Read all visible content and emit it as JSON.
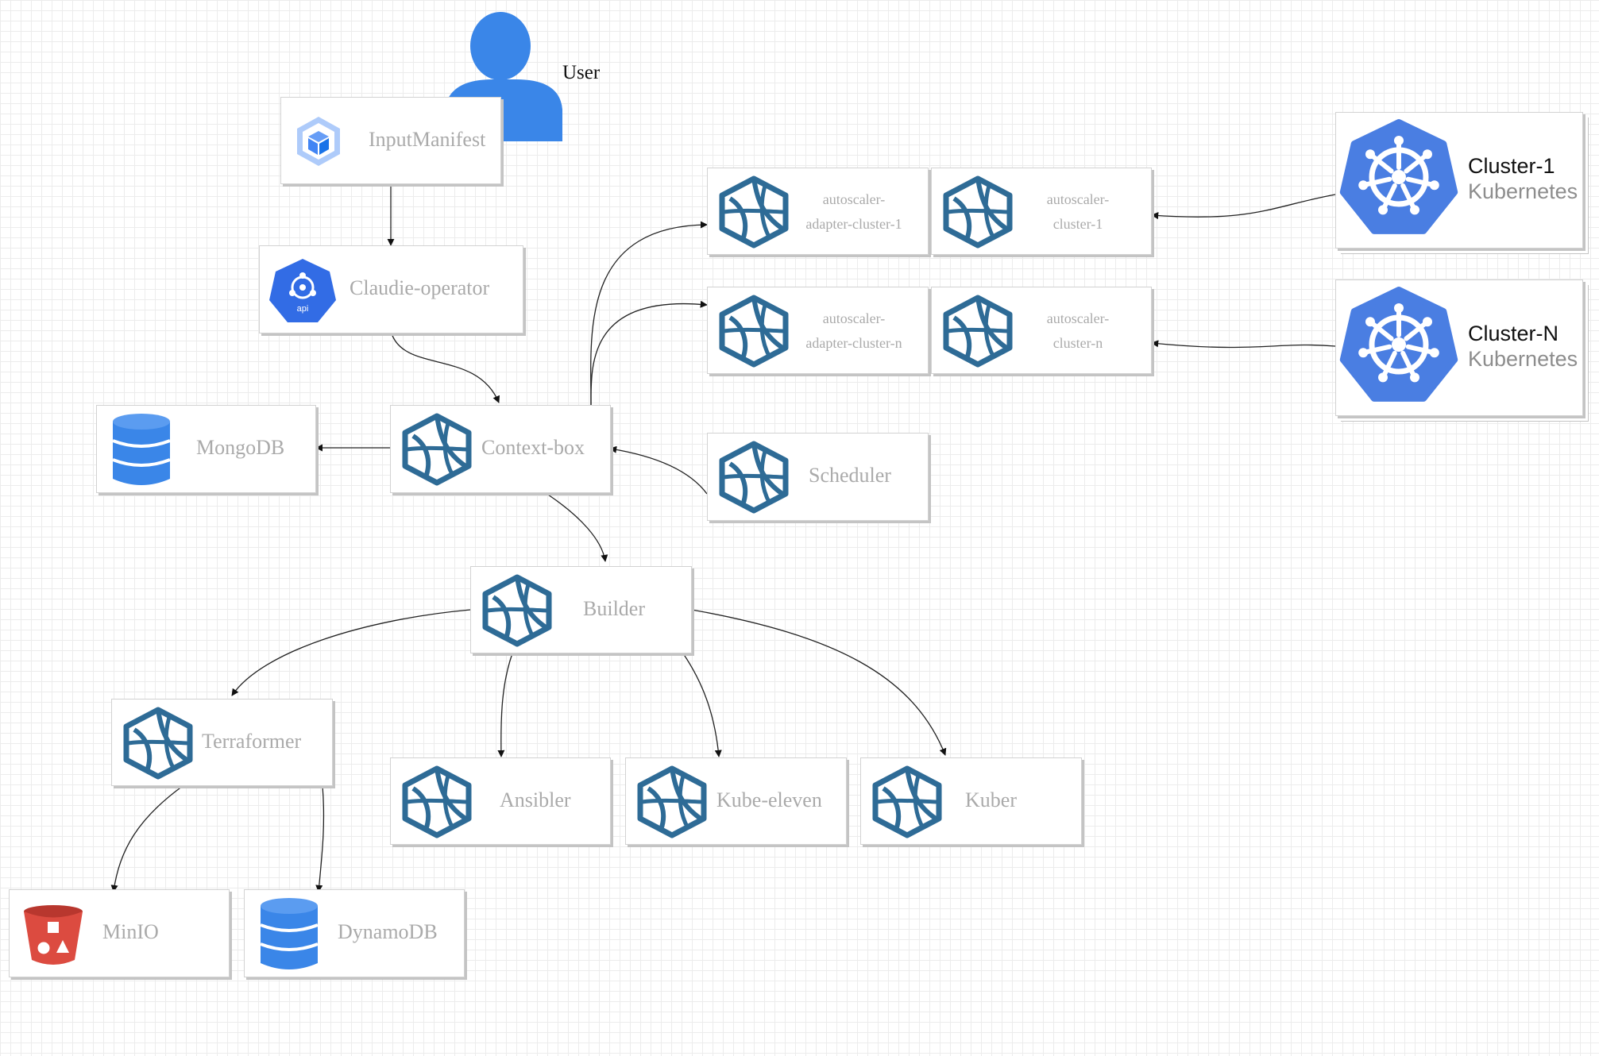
{
  "user": {
    "label": "User"
  },
  "nodes": {
    "input_manifest": {
      "label": "InputManifest"
    },
    "claudie_operator": {
      "label": "Claudie-operator",
      "icon_text": "api"
    },
    "mongodb": {
      "label": "MongoDB"
    },
    "context_box": {
      "label": "Context-box"
    },
    "scheduler": {
      "label": "Scheduler"
    },
    "builder": {
      "label": "Builder"
    },
    "terraformer": {
      "label": "Terraformer"
    },
    "ansibler": {
      "label": "Ansibler"
    },
    "kube_eleven": {
      "label": "Kube-eleven"
    },
    "kuber": {
      "label": "Kuber"
    },
    "minio": {
      "label": "MinIO"
    },
    "dynamodb": {
      "label": "DynamoDB"
    },
    "autoscaler_adapter_cluster_1": {
      "line1": "autoscaler-",
      "line2": "adapter-cluster-1"
    },
    "autoscaler_cluster_1": {
      "line1": "autoscaler-",
      "line2": "cluster-1"
    },
    "autoscaler_adapter_cluster_n": {
      "line1": "autoscaler-",
      "line2": "adapter-cluster-n"
    },
    "autoscaler_cluster_n": {
      "line1": "autoscaler-",
      "line2": "cluster-n"
    }
  },
  "clusters": [
    {
      "name": "Cluster-1",
      "platform": "Kubernetes"
    },
    {
      "name": "Cluster-N",
      "platform": "Kubernetes"
    }
  ],
  "colors": {
    "service_icon": "#2e6b96",
    "user_icon": "#3a86e8",
    "kubernetes_icon": "#4a7ee2",
    "database_icon": "#3a86e8",
    "minio_icon": "#dc4b40",
    "label_gray": "#aaaaaa"
  }
}
